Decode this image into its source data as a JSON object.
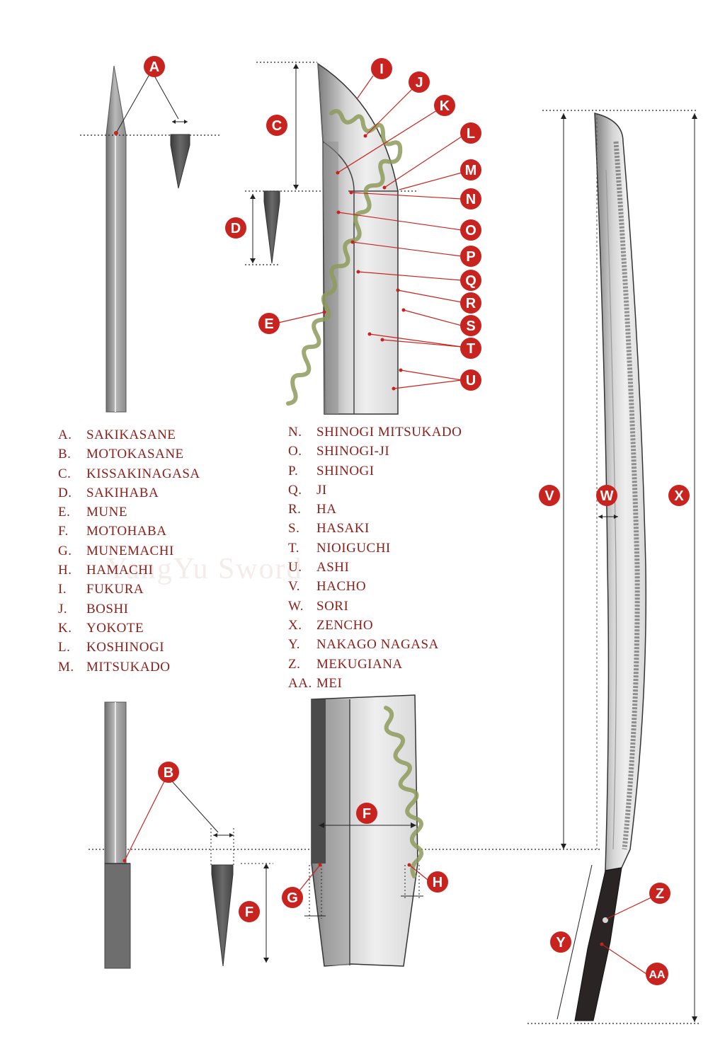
{
  "watermark": "YangYu Sword",
  "colors": {
    "badge": "#c8231e",
    "leader": "#c8231e",
    "legend_text": "#8a1f1a",
    "hamon": "#8d9a5a",
    "steel": "#9a9a9a",
    "tang": "#2a2424"
  },
  "badges": [
    {
      "id": "A",
      "label": "A"
    },
    {
      "id": "B",
      "label": "B"
    },
    {
      "id": "C",
      "label": "C"
    },
    {
      "id": "D",
      "label": "D"
    },
    {
      "id": "E",
      "label": "E"
    },
    {
      "id": "F1",
      "label": "F"
    },
    {
      "id": "F2",
      "label": "F"
    },
    {
      "id": "G",
      "label": "G"
    },
    {
      "id": "H",
      "label": "H"
    },
    {
      "id": "I",
      "label": "I"
    },
    {
      "id": "J",
      "label": "J"
    },
    {
      "id": "K",
      "label": "K"
    },
    {
      "id": "L",
      "label": "L"
    },
    {
      "id": "M",
      "label": "M"
    },
    {
      "id": "N",
      "label": "N"
    },
    {
      "id": "O",
      "label": "O"
    },
    {
      "id": "P",
      "label": "P"
    },
    {
      "id": "Q",
      "label": "Q"
    },
    {
      "id": "R",
      "label": "R"
    },
    {
      "id": "S",
      "label": "S"
    },
    {
      "id": "T",
      "label": "T"
    },
    {
      "id": "U",
      "label": "U"
    },
    {
      "id": "V",
      "label": "V"
    },
    {
      "id": "W",
      "label": "W"
    },
    {
      "id": "X",
      "label": "X"
    },
    {
      "id": "Y",
      "label": "Y"
    },
    {
      "id": "Z",
      "label": "Z"
    },
    {
      "id": "AA",
      "label": "AA"
    }
  ],
  "legend_left": [
    {
      "key": "A.",
      "term": "SAKIKASANE"
    },
    {
      "key": "B.",
      "term": "MOTOKASANE"
    },
    {
      "key": "C.",
      "term": "KISSAKINAGASA"
    },
    {
      "key": "D.",
      "term": "SAKIHABA"
    },
    {
      "key": "E.",
      "term": "MUNE"
    },
    {
      "key": "F.",
      "term": "MOTOHABA"
    },
    {
      "key": "G.",
      "term": "MUNEMACHI"
    },
    {
      "key": "H.",
      "term": "HAMACHI"
    },
    {
      "key": "I.",
      "term": "FUKURA"
    },
    {
      "key": "J.",
      "term": "BOSHI"
    },
    {
      "key": "K.",
      "term": "YOKOTE"
    },
    {
      "key": "L.",
      "term": "KOSHINOGI"
    },
    {
      "key": "M.",
      "term": "MITSUKADO"
    }
  ],
  "legend_right": [
    {
      "key": "N.",
      "term": "SHINOGI MITSUKADO"
    },
    {
      "key": "O.",
      "term": "SHINOGI-JI"
    },
    {
      "key": "P.",
      "term": "SHINOGI"
    },
    {
      "key": "Q.",
      "term": "JI"
    },
    {
      "key": "R.",
      "term": "HA"
    },
    {
      "key": "S.",
      "term": "HASAKI"
    },
    {
      "key": "T.",
      "term": "NIOIGUCHI"
    },
    {
      "key": "U.",
      "term": "ASHI"
    },
    {
      "key": "V.",
      "term": "HACHO"
    },
    {
      "key": "W.",
      "term": "SORI"
    },
    {
      "key": "X.",
      "term": "ZENCHO"
    },
    {
      "key": "Y.",
      "term": "NAKAGO NAGASA"
    },
    {
      "key": "Z.",
      "term": "MEKUGIANA"
    },
    {
      "key": "AA.",
      "term": "MEI"
    }
  ]
}
